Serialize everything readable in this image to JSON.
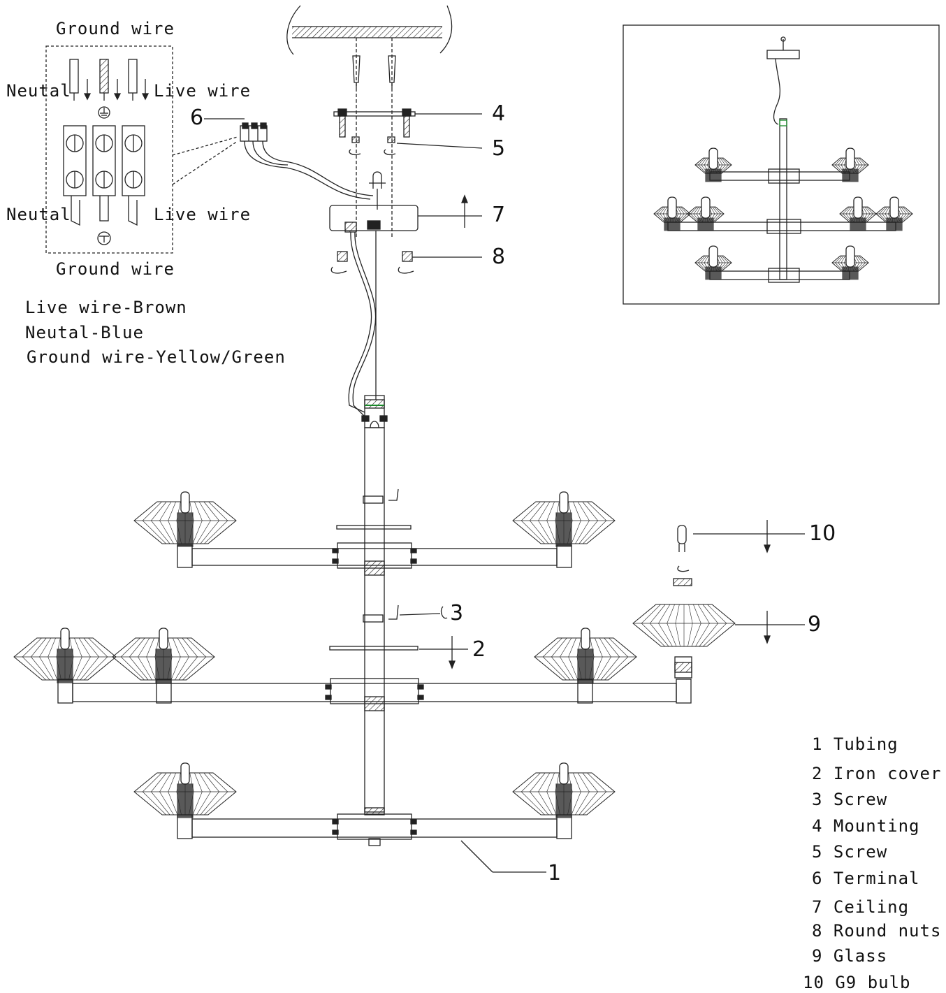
{
  "wiring": {
    "top_label": "Ground wire",
    "bottom_label": "Ground wire",
    "neutral_top": "Neutal",
    "live_top": "Live wire",
    "neutral_bottom": "Neutal",
    "live_bottom": "Live wire"
  },
  "color_notes": [
    "Live wire-Brown",
    "Neutal-Blue",
    "Ground wire-Yellow/Green"
  ],
  "callouts": {
    "c1": "1",
    "c2": "2",
    "c3": "3",
    "c4": "4",
    "c5": "5",
    "c6": "6",
    "c7": "7",
    "c8": "8",
    "c9": "9",
    "c10": "10"
  },
  "parts": [
    {
      "num": "1",
      "name": "Tubing"
    },
    {
      "num": "2",
      "name": "Iron cover"
    },
    {
      "num": "3",
      "name": "Screw"
    },
    {
      "num": "4",
      "name": "Mounting"
    },
    {
      "num": "5",
      "name": "Screw"
    },
    {
      "num": "6",
      "name": "Terminal"
    },
    {
      "num": "7",
      "name": "Ceiling"
    },
    {
      "num": "8",
      "name": "Round nuts"
    },
    {
      "num": "9",
      "name": "Glass"
    },
    {
      "num": "10",
      "name": "G9 bulb"
    }
  ],
  "colors": {
    "line": "#222222",
    "accent": "#1a8a2a"
  }
}
